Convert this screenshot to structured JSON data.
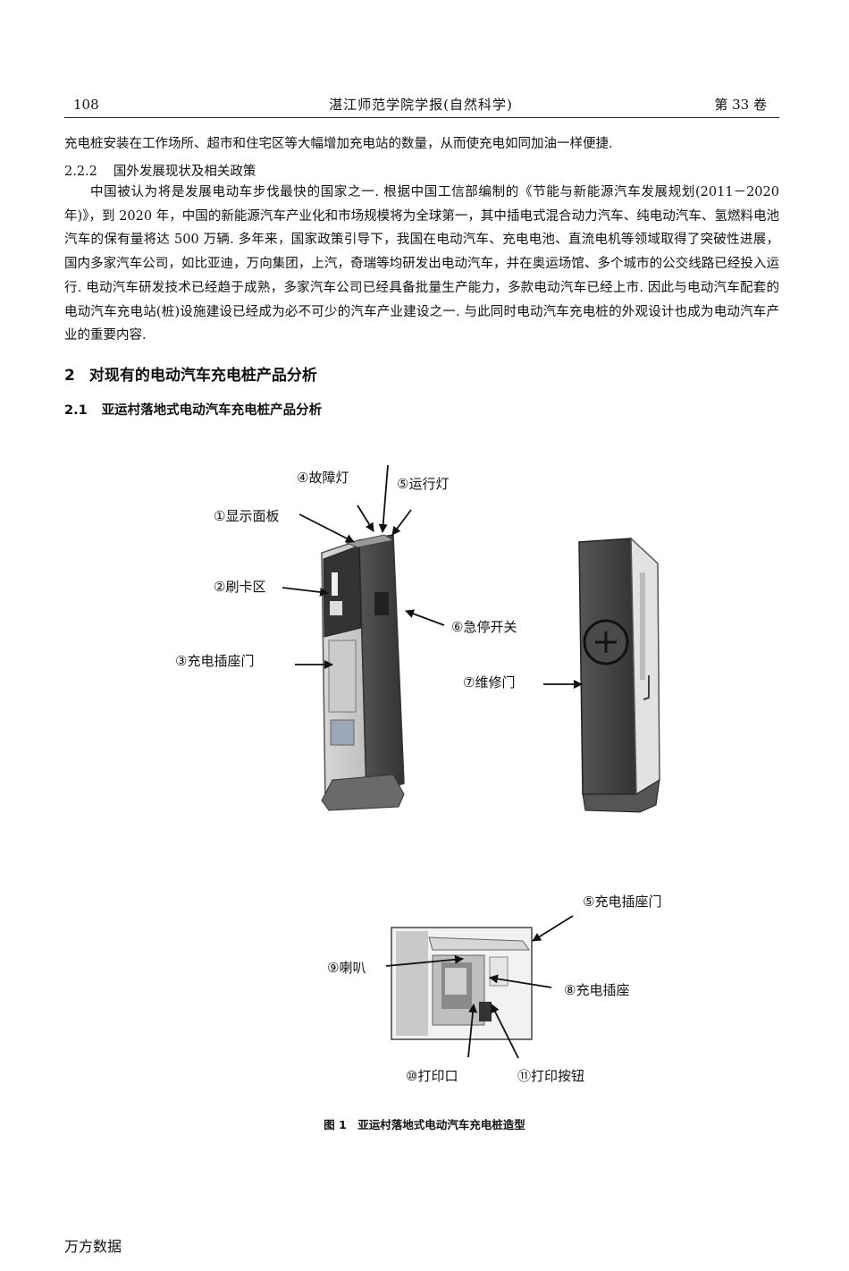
{
  "header": {
    "page_number": "108",
    "journal": "湛江师范学院学报(自然科学)",
    "volume": "第 33 卷"
  },
  "content": {
    "first_line": "充电桩安装在工作场所、超市和住宅区等大幅增加充电站的数量，从而使充电如同加油一样便捷.",
    "subsection": {
      "number": "2.2.2",
      "title": "国外发展现状及相关政策"
    },
    "paragraph": "中国被认为将是发展电动车步伐最快的国家之一. 根据中国工信部编制的《节能与新能源汽车发展规划(2011－2020年)》，到 2020 年，中国的新能源汽车产业化和市场规模将为全球第一，其中插电式混合动力汽车、纯电动汽车、氢燃料电池汽车的保有量将达 500 万辆. 多年来，国家政策引导下，我国在电动汽车、充电电池、直流电机等领域取得了突破性进展，国内多家汽车公司，如比亚迪，万向集团，上汽，奇瑞等均研发出电动汽车，并在奥运场馆、多个城市的公交线路已经投入运行. 电动汽车研发技术已经趋于成熟，多家汽车公司已经具备批量生产能力，多款电动汽车已经上市. 因此与电动汽车配套的电动汽车充电站(桩)设施建设已经成为必不可少的汽车产业建设之一. 与此同时电动汽车充电桩的外观设计也成为电动汽车产业的重要内容.",
    "section": {
      "number": "2",
      "title": "对现有的电动汽车充电桩产品分析"
    },
    "section_sub": {
      "number": "2.1",
      "title": "亚运村落地式电动汽车充电桩产品分析"
    }
  },
  "figure": {
    "labels": {
      "l1": "①显示面板",
      "l2": "②刷卡区",
      "l3": "③充电插座门",
      "l4": "④故障灯",
      "l5": "⑤运行灯",
      "l6": "⑥急停开关",
      "l7": "⑦维修门",
      "l5b": "⑤充电插座门",
      "l8": "⑧充电插座",
      "l9": "⑨喇叭",
      "l10": "⑩打印口",
      "l11": "⑪打印按钮"
    },
    "caption": "图 1　亚运村落地式电动汽车充电桩造型"
  },
  "footer": {
    "watermark": "万方数据"
  }
}
